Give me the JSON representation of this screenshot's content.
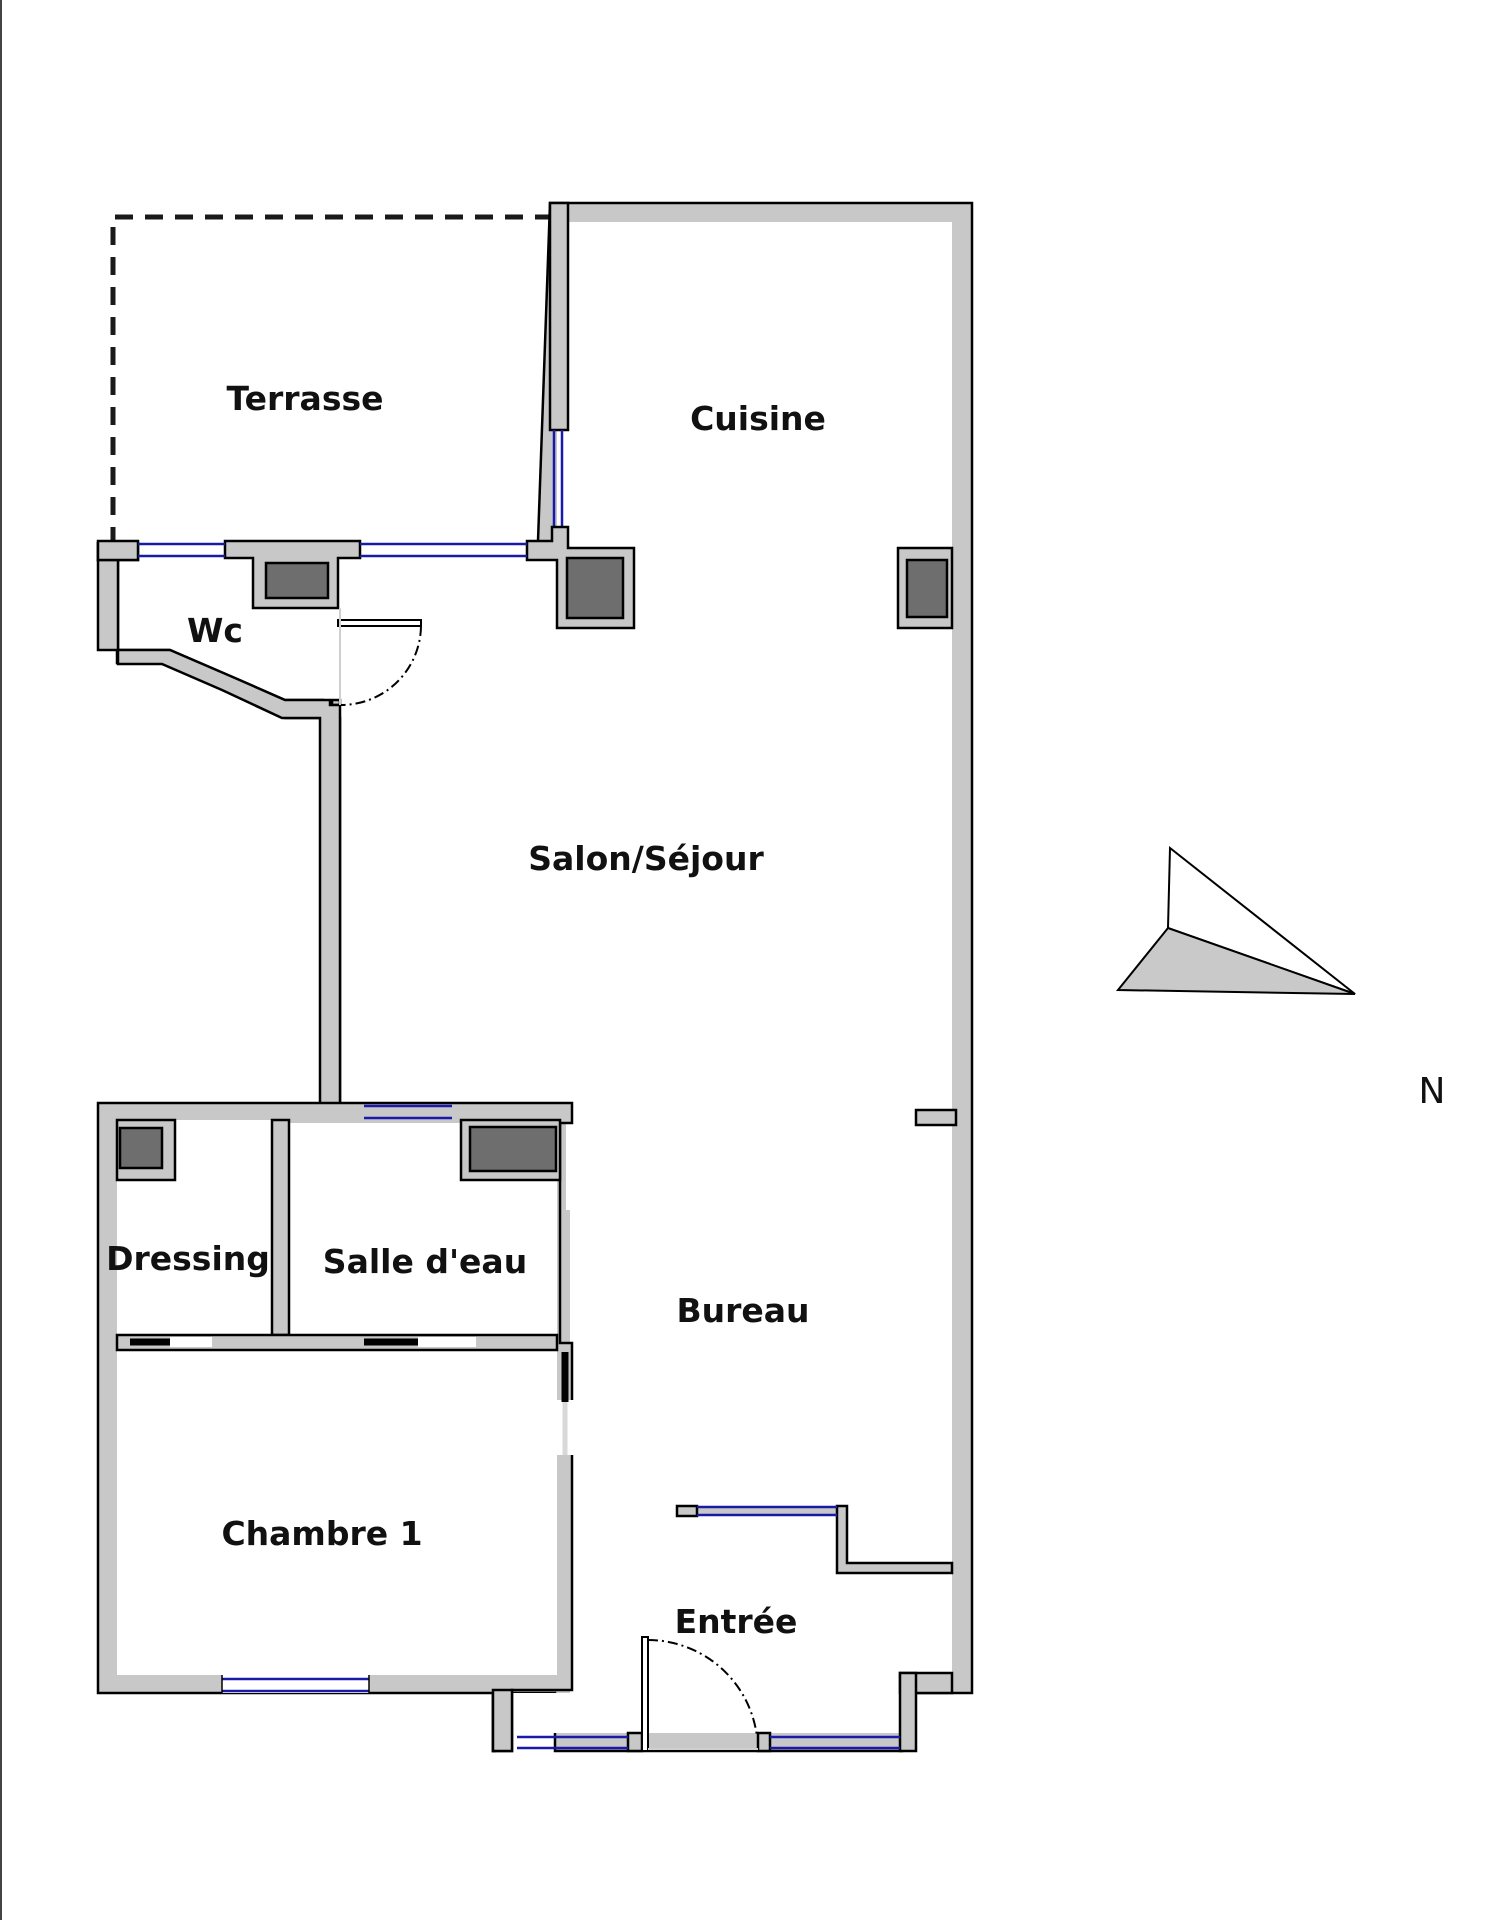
{
  "rooms": {
    "terrasse": "Terrasse",
    "cuisine": "Cuisine",
    "wc": "Wc",
    "salon": "Salon/Séjour",
    "dressing": "Dressing",
    "salle_eau": "Salle d'eau",
    "bureau": "Bureau",
    "chambre": "Chambre 1",
    "entree": "Entrée"
  },
  "compass": {
    "label": "N"
  },
  "colors": {
    "wall": "#c8c8c8",
    "pillar": "#6e6e6e",
    "window": "#1a1aa8"
  }
}
